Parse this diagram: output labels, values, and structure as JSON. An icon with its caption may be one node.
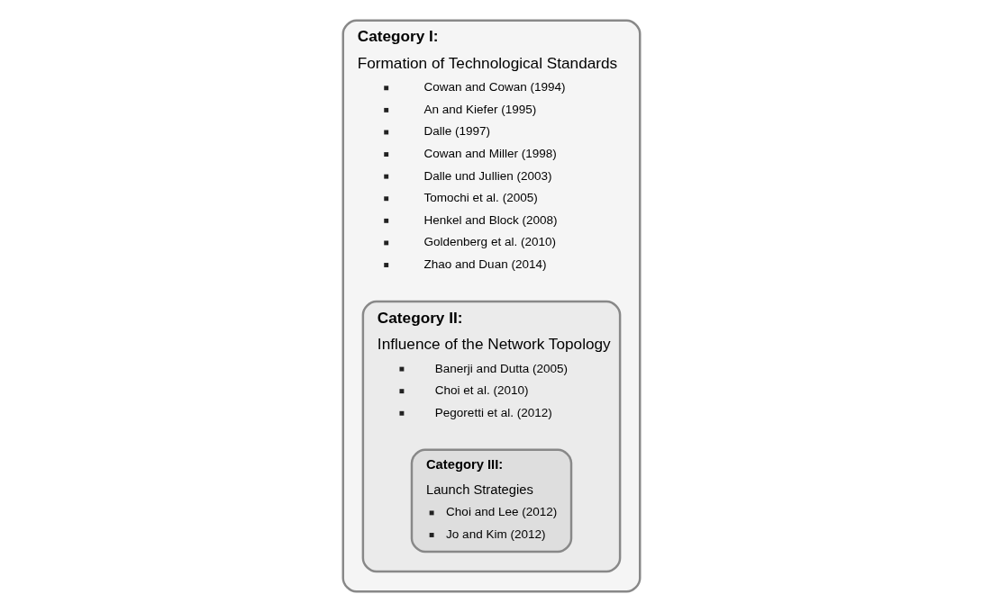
{
  "diagram": {
    "nodes": [
      {
        "text": [
          "Category I:",
          "Formation of Technological Standards",
          "Cowan and Cowan (1994)",
          "An and Kiefer (1995)",
          "Dalle (1997)",
          "Cowan and Miller (1998)",
          "Dalle und Jullien (2003)",
          "Tomochi et al. (2005)",
          "Henkel and Block (2008)",
          "Goldenberg et al. (2010)",
          "Zhao and Duan (2014)"
        ]
      },
      {
        "text": [
          "Category II:",
          "Influence of the Network Topology",
          "Banerji and Dutta (2005)",
          "Choi et al. (2010)",
          "Pegoretti et al. (2012)"
        ],
        "in": 0
      },
      {
        "text": [
          "Category III:",
          "Launch Strategies",
          "Choi and Lee (2012)",
          "Jo and Kim (2012)"
        ],
        "in": 1
      }
    ],
    "edges": []
  }
}
